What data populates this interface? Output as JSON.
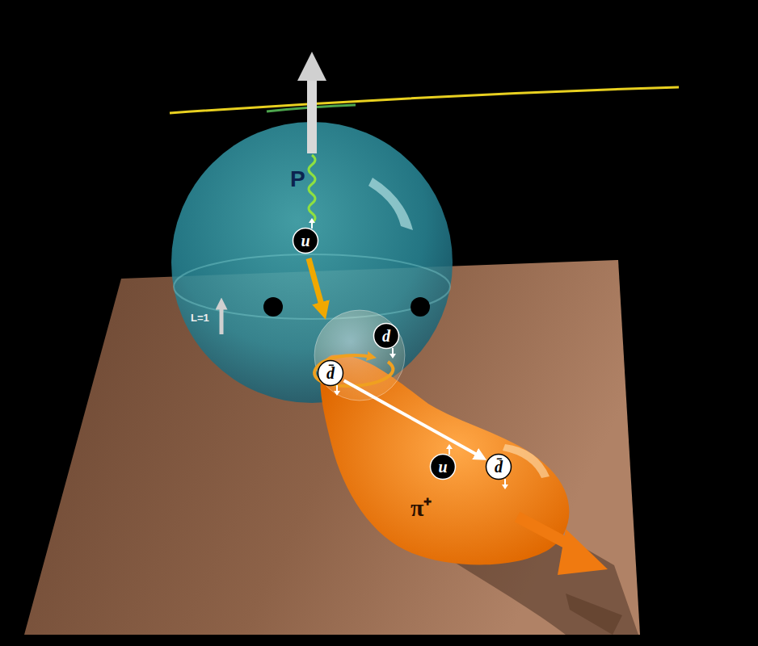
{
  "diagram": {
    "nodes": [
      {
        "text": [
          "P"
        ]
      },
      {
        "text": [
          "u"
        ],
        "in": 0
      },
      {
        "text": [
          "d"
        ],
        "in": 0
      },
      {
        "text": [
          "d̄"
        ],
        "in": 0
      },
      {
        "text": [
          "π⁺"
        ]
      },
      {
        "text": [
          "u"
        ],
        "in": 4
      },
      {
        "text": [
          "d̄"
        ],
        "in": 4
      }
    ],
    "edges": [
      {
        "from": 3,
        "to": 6,
        "arrow": "to"
      }
    ],
    "labels": [
      "L=1"
    ]
  }
}
